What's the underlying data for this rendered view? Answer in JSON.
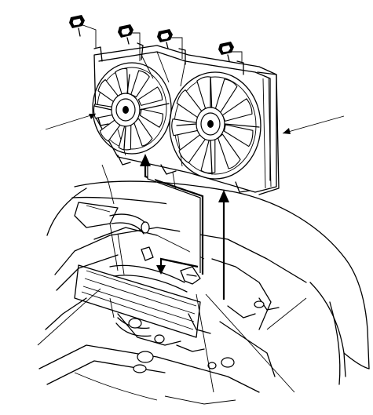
{
  "diagram": {
    "description_colors": {
      "ink": "#000000",
      "paper": "#ffffff"
    },
    "parts": [
      {
        "id": "bolt-1",
        "kind": "bolt"
      },
      {
        "id": "bolt-2",
        "kind": "bolt"
      },
      {
        "id": "bolt-3",
        "kind": "bolt"
      },
      {
        "id": "bolt-4",
        "kind": "bolt"
      },
      {
        "id": "left-fan",
        "kind": "cooling-fan"
      },
      {
        "id": "right-fan",
        "kind": "condenser-fan"
      },
      {
        "id": "shroud",
        "kind": "fan-shroud"
      },
      {
        "id": "radiator",
        "kind": "radiator-support"
      },
      {
        "id": "fan-connector",
        "kind": "connector"
      }
    ],
    "callouts": [
      {
        "id": "callout-left-fan"
      },
      {
        "id": "callout-right-fan"
      },
      {
        "id": "callout-lower-left"
      },
      {
        "id": "callout-lower-mid"
      },
      {
        "id": "callout-lower-right"
      }
    ]
  }
}
